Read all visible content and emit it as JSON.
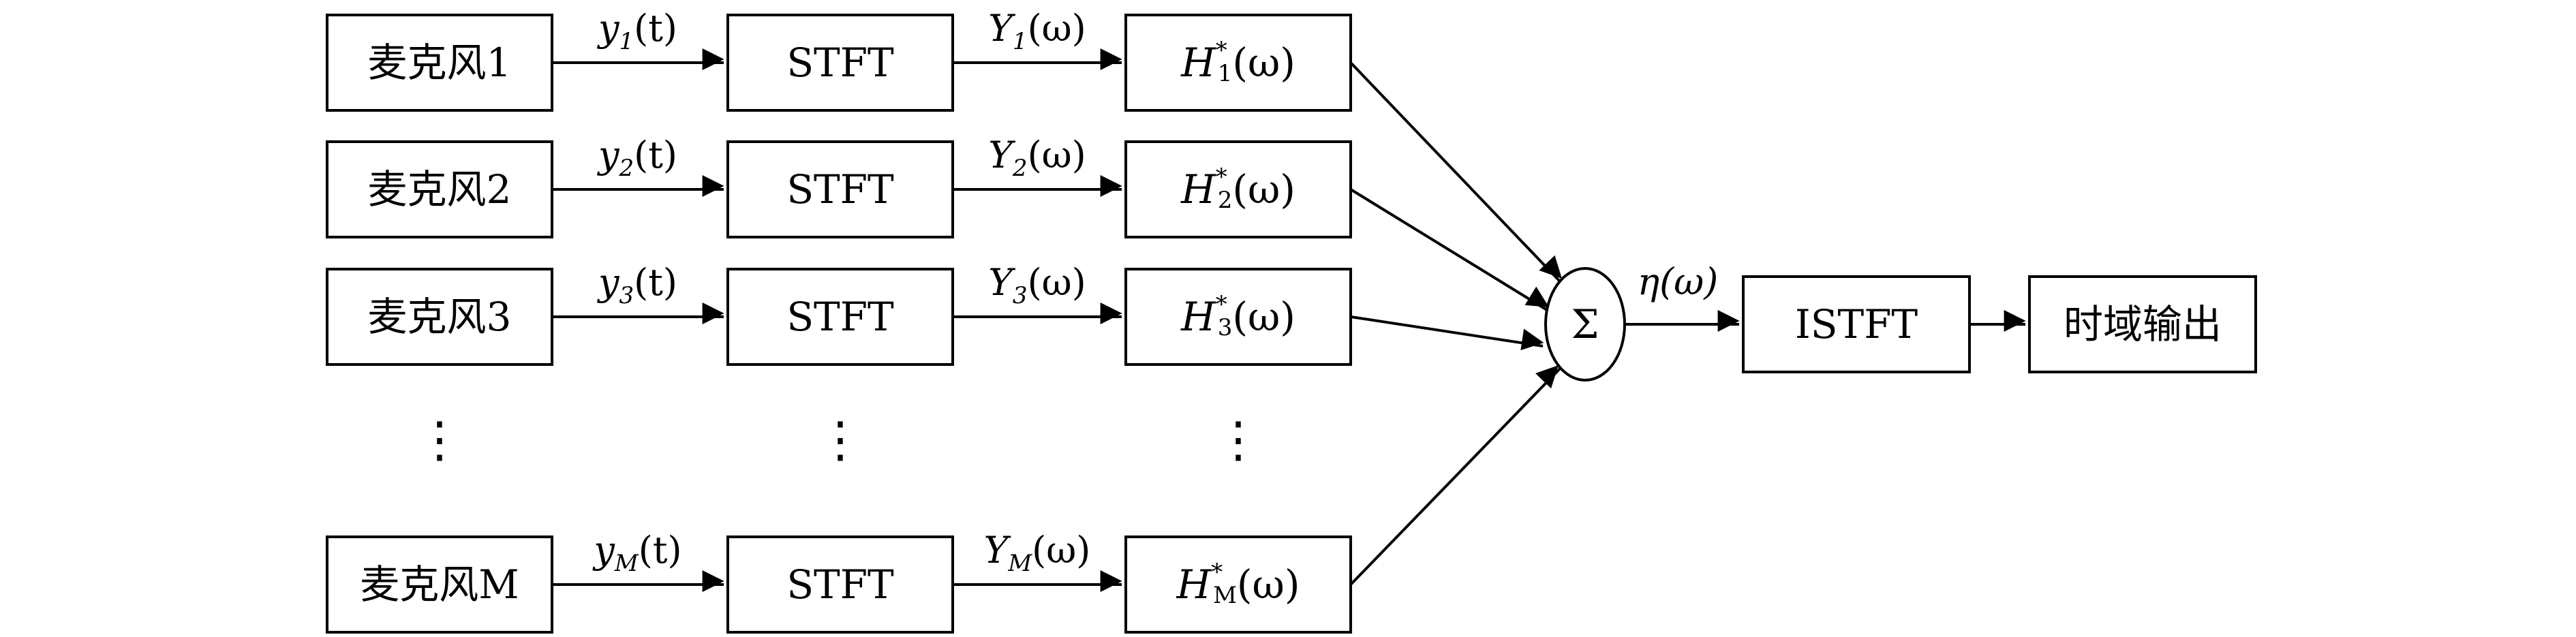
{
  "rows": [
    {
      "mic": "麦克风1",
      "stft": "STFT",
      "sig_base": "y",
      "sig_sub": "1",
      "sig_arg": "(t)",
      "spec_base": "Y",
      "spec_sub": "1",
      "spec_arg": "(ω)",
      "filt_base": "H",
      "filt_sup": "*",
      "filt_sub": "1",
      "filt_arg": "(ω)"
    },
    {
      "mic": "麦克风2",
      "stft": "STFT",
      "sig_base": "y",
      "sig_sub": "2",
      "sig_arg": "(t)",
      "spec_base": "Y",
      "spec_sub": "2",
      "spec_arg": "(ω)",
      "filt_base": "H",
      "filt_sup": "*",
      "filt_sub": "2",
      "filt_arg": "(ω)"
    },
    {
      "mic": "麦克风3",
      "stft": "STFT",
      "sig_base": "y",
      "sig_sub": "3",
      "sig_arg": "(t)",
      "spec_base": "Y",
      "spec_sub": "3",
      "spec_arg": "(ω)",
      "filt_base": "H",
      "filt_sup": "*",
      "filt_sub": "3",
      "filt_arg": "(ω)"
    },
    {
      "mic": "麦克风M",
      "stft": "STFT",
      "sig_base": "y",
      "sig_sub": "M",
      "sig_arg": "(t)",
      "spec_base": "Y",
      "spec_sub": "M",
      "spec_arg": "(ω)",
      "filt_base": "H",
      "filt_sup": "*",
      "filt_sub": "M",
      "filt_arg": "(ω)"
    }
  ],
  "ellipsis": "⋮",
  "sum_symbol": "Σ",
  "sum_output_label": "η(ω)",
  "istft": "ISTFT",
  "output": "时域输出"
}
